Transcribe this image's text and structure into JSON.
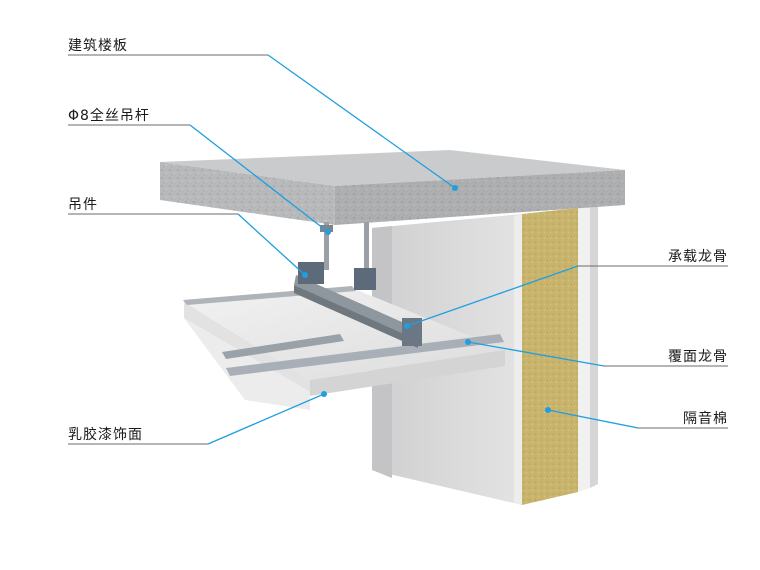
{
  "diagram": {
    "labels": {
      "floor_slab": "建筑楼板",
      "hanger_rod": "Φ8全丝吊杆",
      "hanger": "吊件",
      "main_keel": "承载龙骨",
      "cover_keel": "覆面龙骨",
      "insulation": "隔音棉",
      "latex_finish": "乳胶漆饰面"
    },
    "colors": {
      "leader": "#1f9fe0",
      "concrete": "#b9bbbd",
      "wall": "#d9d9da",
      "insulation": "#c6b26a",
      "ceiling_board": "#e9e9e9"
    }
  }
}
